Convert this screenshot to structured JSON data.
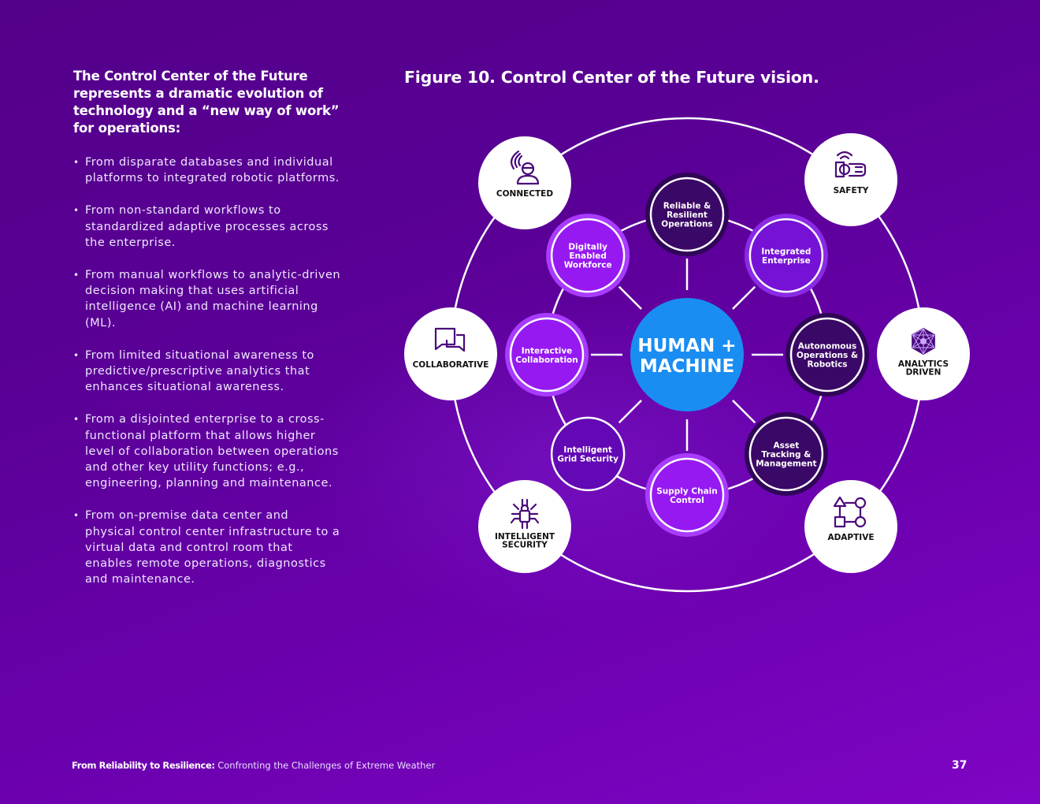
{
  "intro": {
    "heading": "The Control Center of the Future represents a dramatic evolution of technology and a “new way of work” for operations:"
  },
  "bullets": [
    "From disparate databases and individual platforms to integrated robotic platforms.",
    "From non-standard workflows to standardized adaptive processes across the enterprise.",
    "From manual workflows to analytic-driven decision making that uses artificial intelligence (AI) and machine learning (ML).",
    "From limited situational awareness to predictive/prescriptive analytics that enhances situational awareness.",
    "From a disjointed enterprise to a cross-functional platform that allows higher level of collaboration between operations and other key utility functions; e.g., engineering, planning and maintenance.",
    "From on-premise data center and physical control center infrastructure to a virtual data and control room that enables remote operations, diagnostics and maintenance."
  ],
  "bullet_glyph": "•",
  "figure": {
    "title": "Figure 10. Control Center of the Future vision.",
    "center": {
      "lines": [
        "HUMAN +",
        "MACHINE"
      ],
      "color": "#1a8df2"
    },
    "inner_nodes": [
      {
        "id": "reliable",
        "lines": [
          "Reliable &",
          "Resilient",
          "Operations"
        ],
        "style": "dark"
      },
      {
        "id": "integrated",
        "lines": [
          "Integrated",
          "Enterprise"
        ],
        "style": "medium"
      },
      {
        "id": "autonomous",
        "lines": [
          "Autonomous",
          "Operations &",
          "Robotics"
        ],
        "style": "dark"
      },
      {
        "id": "asset",
        "lines": [
          "Asset",
          "Tracking &",
          "Management"
        ],
        "style": "dark"
      },
      {
        "id": "supply",
        "lines": [
          "Supply Chain",
          "Control"
        ],
        "style": "bright"
      },
      {
        "id": "grid",
        "lines": [
          "Intelligent",
          "Grid Security"
        ],
        "style": "plain"
      },
      {
        "id": "interactive",
        "lines": [
          "Interactive",
          "Collaboration"
        ],
        "style": "bright"
      },
      {
        "id": "digital",
        "lines": [
          "Digitally",
          "Enabled",
          "Workforce"
        ],
        "style": "bright"
      }
    ],
    "outer_nodes": [
      {
        "id": "connected",
        "icon": "worker-headset-icon",
        "lines": [
          "CONNECTED"
        ]
      },
      {
        "id": "safety",
        "icon": "wearable-wristband-icon",
        "lines": [
          "SAFETY"
        ]
      },
      {
        "id": "collaborative",
        "icon": "chat-bubbles-icon",
        "lines": [
          "COLLABORATIVE"
        ]
      },
      {
        "id": "analytics",
        "icon": "network-polyhedron-icon",
        "lines": [
          "ANALYTICS",
          "DRIVEN"
        ]
      },
      {
        "id": "security",
        "icon": "circuit-lock-icon",
        "lines": [
          "INTELLIGENT",
          "SECURITY"
        ]
      },
      {
        "id": "adaptive",
        "icon": "shapes-flow-icon",
        "lines": [
          "ADAPTIVE"
        ]
      }
    ],
    "colors": {
      "icon": "#4a0a7a",
      "dark": "#3a0866",
      "medium": "#7612d6",
      "bright": "#9619f2",
      "plain": "#6208b4",
      "ring": "#ffffff"
    }
  },
  "footer": {
    "bold": "From Reliability to Resilience:",
    "text": " Confronting the Challenges of Extreme Weather",
    "page": "37"
  }
}
